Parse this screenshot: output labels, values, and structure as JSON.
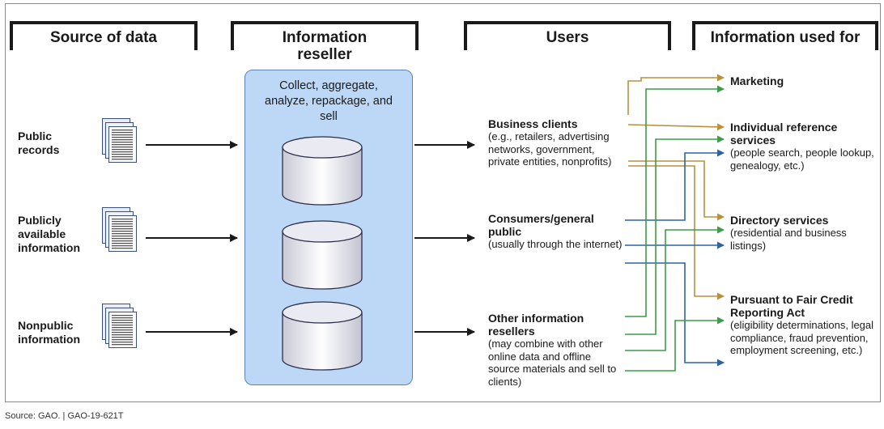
{
  "headers": {
    "source": "Source of data",
    "reseller": "Information reseller",
    "users": "Users",
    "used_for": "Information used for"
  },
  "sources": [
    {
      "label": "Public records"
    },
    {
      "label": "Publicly available information"
    },
    {
      "label": "Nonpublic information"
    }
  ],
  "reseller": {
    "description": "Collect, aggregate, analyze, repackage, and sell"
  },
  "users": [
    {
      "title": "Business clients",
      "detail": "(e.g., retailers, advertising networks, government, private entities, nonprofits)"
    },
    {
      "title": "Consumers/general public",
      "detail": "(usually through the internet)"
    },
    {
      "title": "Other information resellers",
      "detail": "(may combine with other online data and offline source materials and sell to clients)"
    }
  ],
  "uses": [
    {
      "title": "Marketing",
      "detail": ""
    },
    {
      "title": "Individual reference services",
      "detail": "(people search, people lookup, genealogy, etc.)"
    },
    {
      "title": "Directory services",
      "detail": "(residential and business listings)"
    },
    {
      "title": "Pursuant to Fair Credit Reporting Act",
      "detail": "(eligibility determinations, legal compliance, fraud prevention, employment screening, etc.)"
    }
  ],
  "colors": {
    "business": "#b8913e",
    "consumer": "#2f63a0",
    "other": "#3f9a4a",
    "arrow": "#1a1a1a",
    "reseller_fill": "#bcd8f6"
  },
  "source_note": "Source: GAO. | GAO-19-621T"
}
